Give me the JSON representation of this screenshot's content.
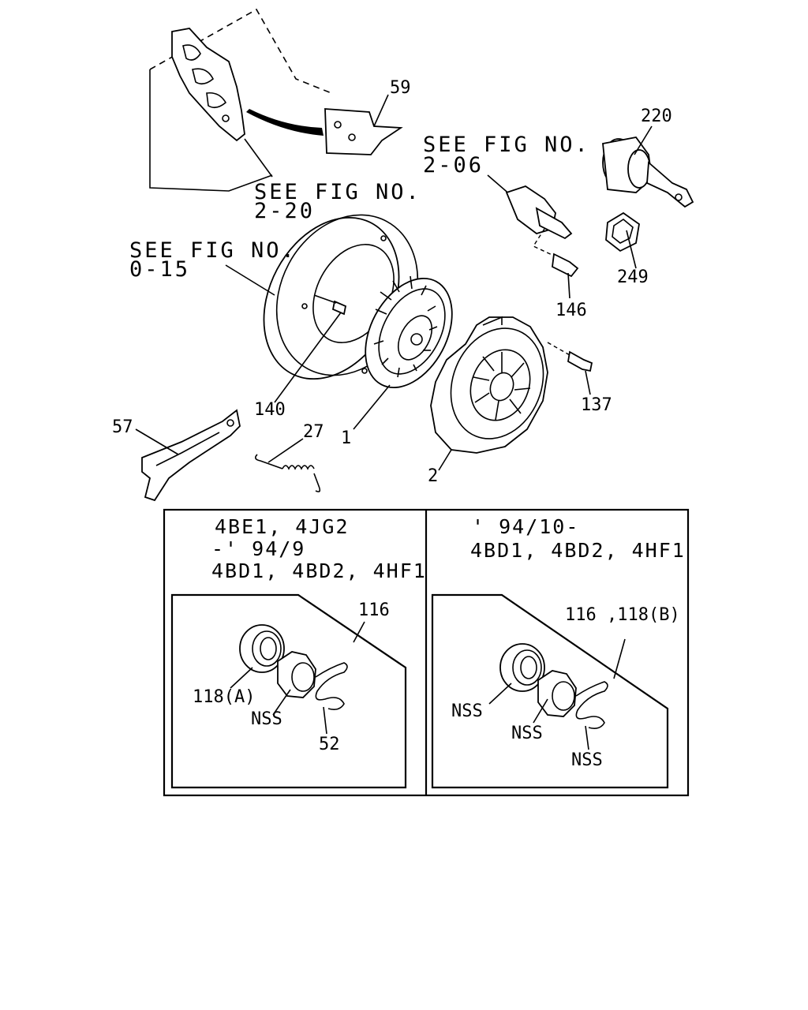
{
  "references": {
    "ref_2_20": {
      "line1": "SEE FIG NO.",
      "line2": "2-20"
    },
    "ref_2_06": {
      "line1": "SEE FIG NO.",
      "line2": "2-06"
    },
    "ref_0_15": {
      "line1": "SEE FIG NO.",
      "line2": "0-15"
    }
  },
  "callouts": {
    "p59": "59",
    "p220": "220",
    "p249": "249",
    "p146": "146",
    "p137": "137",
    "p140": "140",
    "p1": "1",
    "p2": "2",
    "p57": "57",
    "p27": "27"
  },
  "variants": {
    "left": {
      "line1": "4BE1, 4JG2",
      "line2": "-' 94/9",
      "line3": "4BD1, 4BD2, 4HF1",
      "kit_label": "116",
      "part_a": "118(A)",
      "part_b": "NSS",
      "part_c": "52"
    },
    "right": {
      "line1": "' 94/10-",
      "line2": "4BD1, 4BD2, 4HF1",
      "kit_label": "116 ,118(B)",
      "part_a": "NSS",
      "part_b": "NSS",
      "part_c": "NSS"
    }
  }
}
